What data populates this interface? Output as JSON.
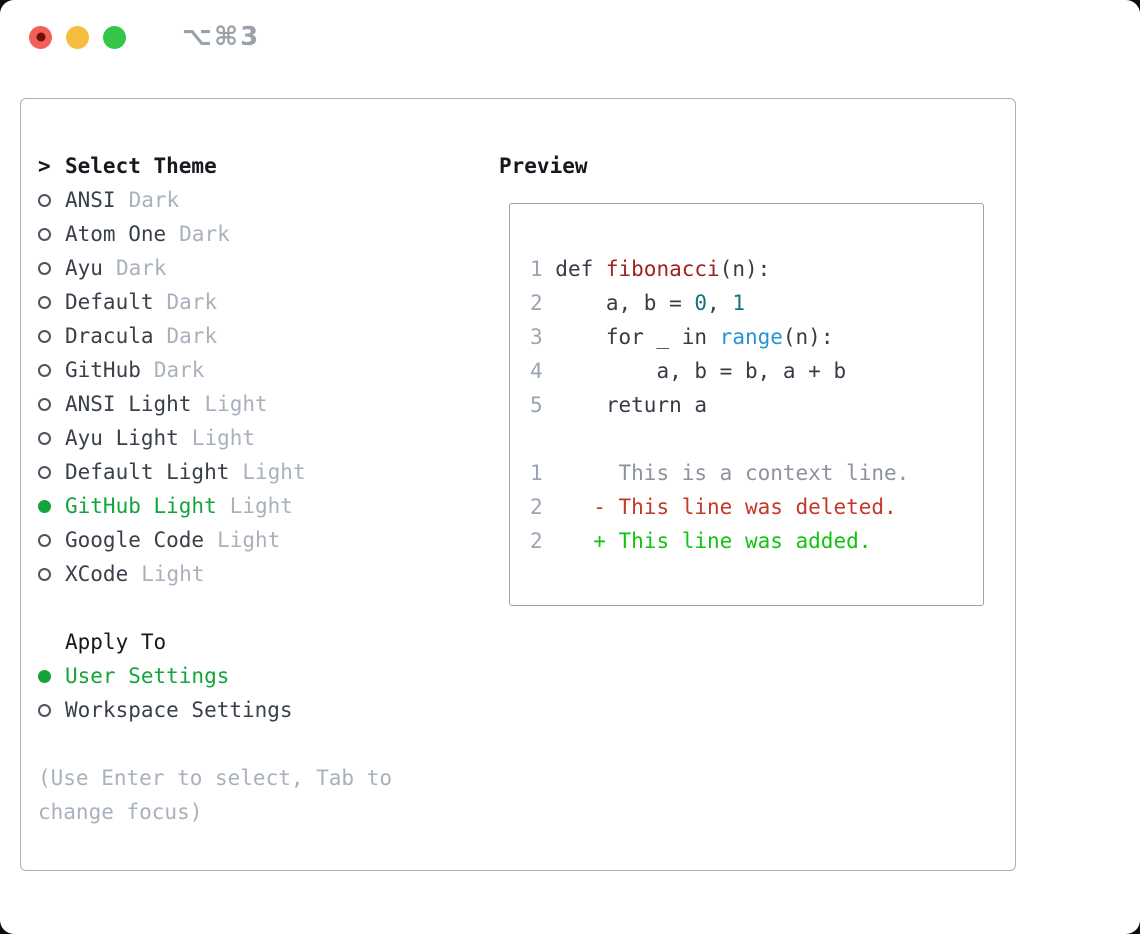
{
  "window": {
    "title": "⌥⌘3",
    "traffic_lights": [
      "close",
      "minimize",
      "zoom"
    ]
  },
  "theme_picker": {
    "prompt": ">",
    "header": "Select Theme",
    "items": [
      {
        "name": "ANSI",
        "variant": "Dark",
        "selected": false
      },
      {
        "name": "Atom One",
        "variant": "Dark",
        "selected": false
      },
      {
        "name": "Ayu",
        "variant": "Dark",
        "selected": false
      },
      {
        "name": "Default",
        "variant": "Dark",
        "selected": false
      },
      {
        "name": "Dracula",
        "variant": "Dark",
        "selected": false
      },
      {
        "name": "GitHub",
        "variant": "Dark",
        "selected": false
      },
      {
        "name": "ANSI Light",
        "variant": "Light",
        "selected": false
      },
      {
        "name": "Ayu Light",
        "variant": "Light",
        "selected": false
      },
      {
        "name": "Default Light",
        "variant": "Light",
        "selected": false
      },
      {
        "name": "GitHub Light",
        "variant": "Light",
        "selected": true
      },
      {
        "name": "Google Code",
        "variant": "Light",
        "selected": false
      },
      {
        "name": "XCode",
        "variant": "Light",
        "selected": false
      }
    ],
    "apply_to": {
      "header": "Apply To",
      "options": [
        {
          "label": "User Settings",
          "selected": true
        },
        {
          "label": "Workspace Settings",
          "selected": false
        }
      ]
    },
    "hint": "(Use Enter to select, Tab to change focus)"
  },
  "preview": {
    "header": "Preview",
    "code_lines": [
      {
        "num": "1",
        "segments": [
          [
            "default",
            "def "
          ],
          [
            "function",
            "fibonacci"
          ],
          [
            "default",
            "(n):"
          ]
        ]
      },
      {
        "num": "2",
        "segments": [
          [
            "default",
            "    a, b = "
          ],
          [
            "number",
            "0"
          ],
          [
            "default",
            ", "
          ],
          [
            "number",
            "1"
          ]
        ]
      },
      {
        "num": "3",
        "segments": [
          [
            "default",
            "    for _ in "
          ],
          [
            "builtin",
            "range"
          ],
          [
            "default",
            "(n):"
          ]
        ]
      },
      {
        "num": "4",
        "segments": [
          [
            "default",
            "        a, b = b, a + b"
          ]
        ]
      },
      {
        "num": "5",
        "segments": [
          [
            "default",
            "    return a"
          ]
        ]
      }
    ],
    "diff_lines": [
      {
        "num": "1",
        "segments": [
          [
            "context",
            "     This is a context line."
          ]
        ]
      },
      {
        "num": "2",
        "segments": [
          [
            "deleted",
            "   - This line was deleted."
          ]
        ]
      },
      {
        "num": "2",
        "segments": [
          [
            "added",
            "   + This line was added."
          ]
        ]
      }
    ]
  },
  "colors": {
    "accent_green": "#13a53c",
    "added_green": "#12c312",
    "deleted_red": "#c53726",
    "function_red": "#a02323",
    "number_teal": "#13747c",
    "builtin_blue": "#2595d6",
    "muted_gray": "#a9b1bd",
    "text_dark": "#3a404a",
    "traffic_red": "#f25f58",
    "traffic_yellow": "#f5bc40",
    "traffic_green": "#35c648"
  }
}
